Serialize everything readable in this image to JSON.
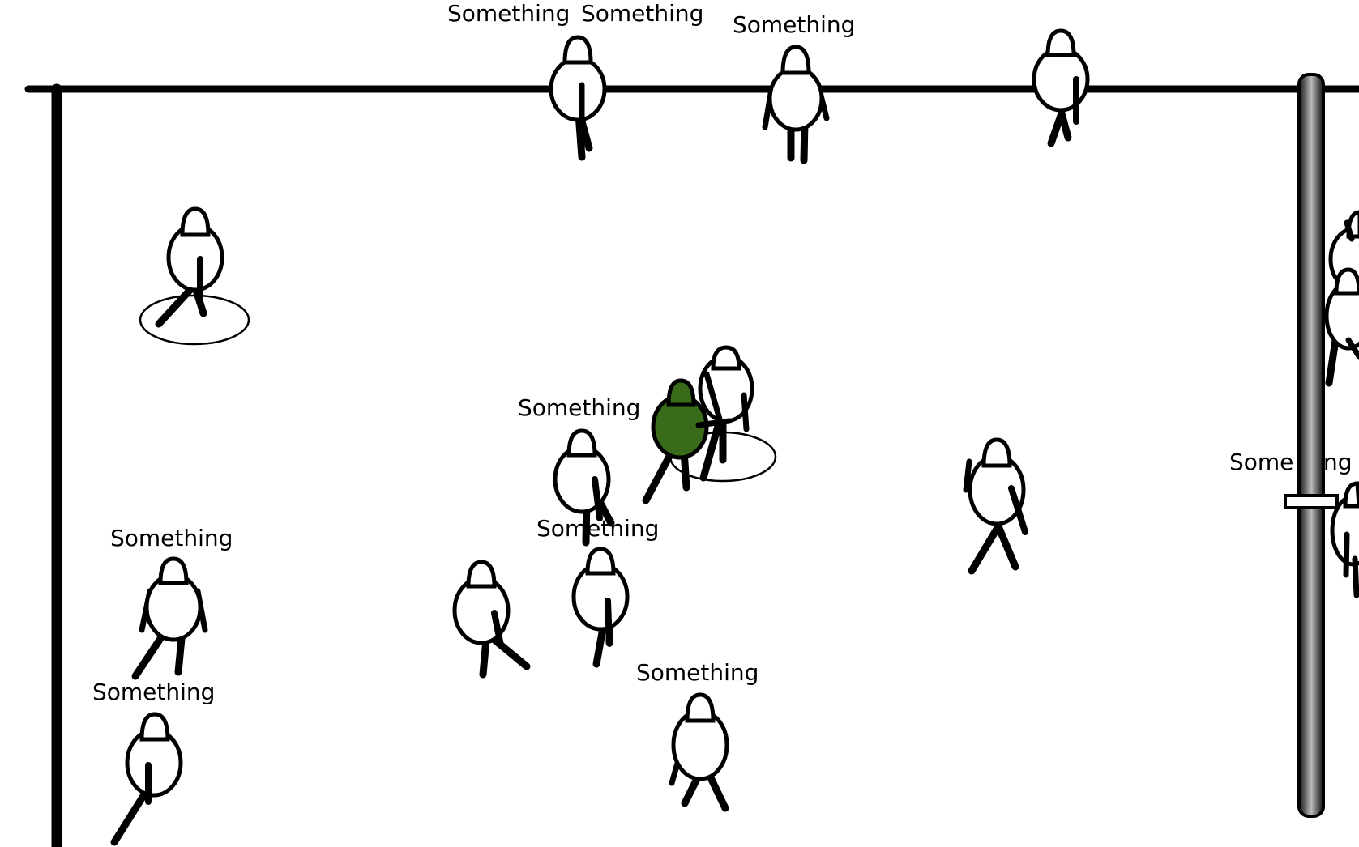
{
  "colors": {
    "background": "#ffffff",
    "ink": "#000000",
    "selected_player": "#3a6b1a"
  },
  "field_labels": {
    "l_top_1": "Something",
    "l_top_2": "Something",
    "l_top_3": "Something",
    "l_upper_mid": "Something",
    "l_mid": "Something",
    "l_left_1": "Something",
    "l_left_2": "Something",
    "l_bottom": "Something",
    "l_right": "Some",
    "l_right_tail": "ng"
  },
  "figures": [
    {
      "name": "figure-top-left-edge",
      "selected": false,
      "ring": false
    },
    {
      "name": "figure-top-mid",
      "selected": false,
      "ring": false
    },
    {
      "name": "figure-top-right",
      "selected": false,
      "ring": false
    },
    {
      "name": "figure-left-ringed",
      "selected": false,
      "ring": true
    },
    {
      "name": "figure-center-white",
      "selected": false,
      "ring": true
    },
    {
      "name": "figure-center-green",
      "selected": true,
      "ring": false
    },
    {
      "name": "figure-mid-left",
      "selected": false,
      "ring": false
    },
    {
      "name": "figure-mid-low",
      "selected": false,
      "ring": false
    },
    {
      "name": "figure-low-left",
      "selected": false,
      "ring": false
    },
    {
      "name": "figure-right-mid",
      "selected": false,
      "ring": false
    },
    {
      "name": "figure-far-left-1",
      "selected": false,
      "ring": false
    },
    {
      "name": "figure-far-left-2",
      "selected": false,
      "ring": false
    },
    {
      "name": "figure-bottom-mid",
      "selected": false,
      "ring": false
    },
    {
      "name": "figure-right-edge-1",
      "selected": false,
      "ring": false
    },
    {
      "name": "figure-right-edge-2",
      "selected": false,
      "ring": false
    },
    {
      "name": "figure-right-edge-3",
      "selected": false,
      "ring": false
    }
  ]
}
